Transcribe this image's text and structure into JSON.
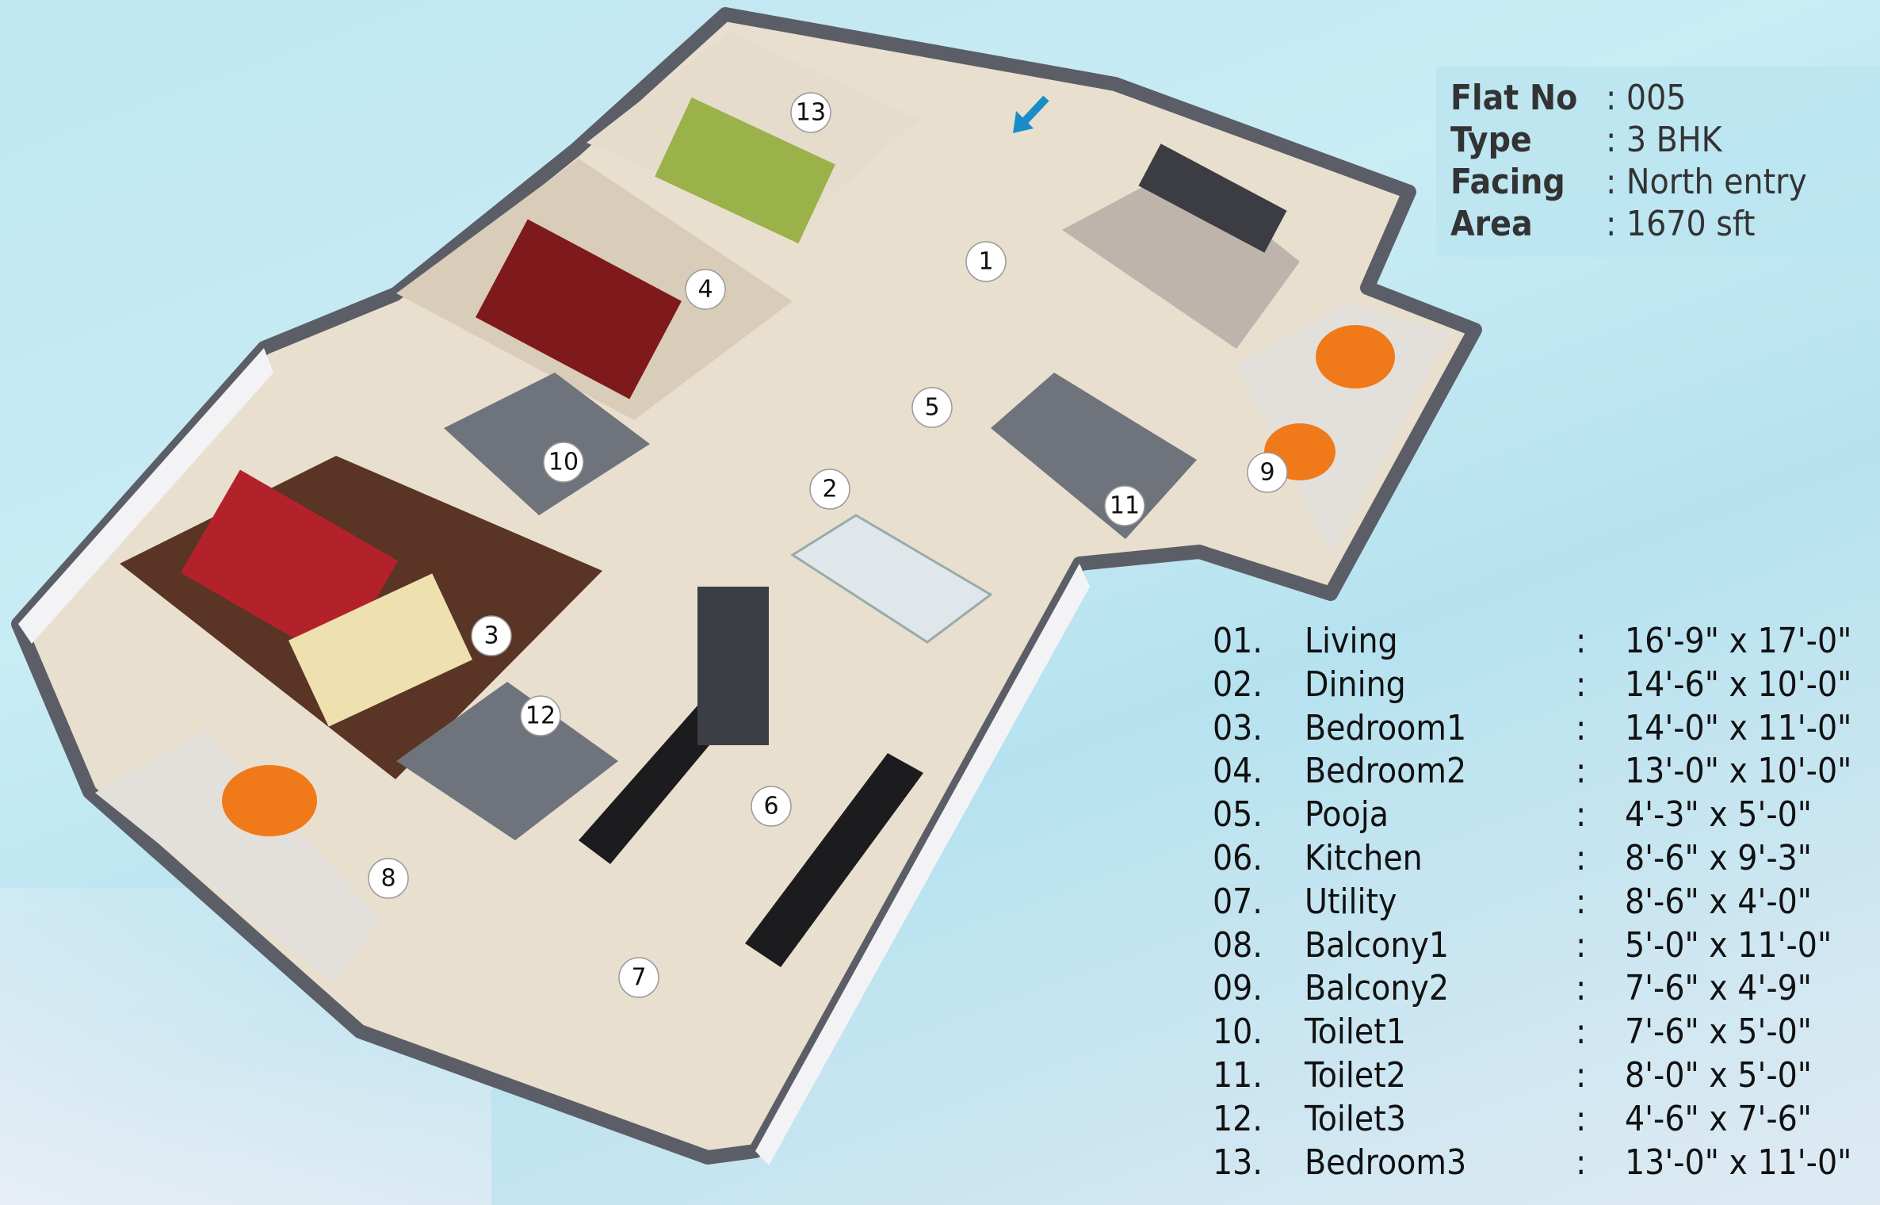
{
  "flat_info": [
    {
      "label": "Flat No",
      "value": ": 005"
    },
    {
      "label": "Type",
      "value": ": 3 BHK"
    },
    {
      "label": "Facing",
      "value": ": North entry"
    },
    {
      "label": "Area",
      "value": ": 1670 sft"
    }
  ],
  "rooms": [
    {
      "no": "01.",
      "name": "Living",
      "dims": "16'-9\" x 17'-0\""
    },
    {
      "no": "02.",
      "name": "Dining",
      "dims": "14'-6\" x 10'-0\""
    },
    {
      "no": "03.",
      "name": "Bedroom1",
      "dims": "14'-0\" x 11'-0\""
    },
    {
      "no": "04.",
      "name": "Bedroom2",
      "dims": "13'-0\" x 10'-0\""
    },
    {
      "no": "05.",
      "name": "Pooja",
      "dims": "4'-3\" x 5'-0\""
    },
    {
      "no": "06.",
      "name": "Kitchen",
      "dims": "8'-6\" x 9'-3\""
    },
    {
      "no": "07.",
      "name": "Utility",
      "dims": "8'-6\" x 4'-0\""
    },
    {
      "no": "08.",
      "name": "Balcony1",
      "dims": "5'-0\" x 11'-0\""
    },
    {
      "no": "09.",
      "name": "Balcony2",
      "dims": "7'-6\" x 4'-9\""
    },
    {
      "no": "10.",
      "name": "Toilet1",
      "dims": "7'-6\" x 5'-0\""
    },
    {
      "no": "11.",
      "name": "Toilet2",
      "dims": "8'-0\" x 5'-0\""
    },
    {
      "no": "12.",
      "name": "Toilet3",
      "dims": "4'-6\" x 7'-6\""
    },
    {
      "no": "13.",
      "name": "Bedroom3",
      "dims": "13'-0\" x 11'-0\""
    }
  ],
  "separator": ":",
  "markers": [
    "1",
    "2",
    "3",
    "4",
    "5",
    "6",
    "7",
    "8",
    "9",
    "10",
    "11",
    "12",
    "13"
  ],
  "entry_arrow_icon": "arrow-down-left-icon",
  "colors": {
    "entry_arrow": "#1a8cc8",
    "walls": "#5b5e66",
    "floor": "#e9dfcf",
    "wood_floor": "#5a3424",
    "bed_red": "#b3222a",
    "chair_orange": "#f07a1a"
  }
}
